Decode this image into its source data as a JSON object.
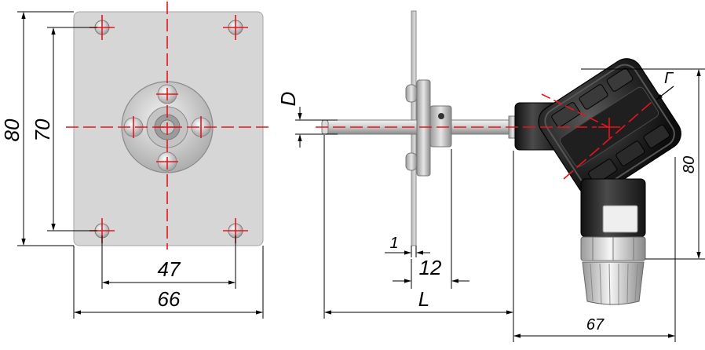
{
  "labels": {
    "plate_height": "80",
    "hole_spacing_vertical": "70",
    "hole_spacing_horizontal": "47",
    "plate_width": "66",
    "tube_diameter": "D",
    "plate_thickness": "1",
    "flange_length": "12",
    "immersion_length": "L",
    "head_width": "67",
    "head_height": "80",
    "section_marker": "Г"
  },
  "colors": {
    "centerline": "#e8141e",
    "plate": "#d4d4d4",
    "plate_edge": "#9a9a9a",
    "dimension": "#000000",
    "head_body": "#1a1a1a"
  }
}
